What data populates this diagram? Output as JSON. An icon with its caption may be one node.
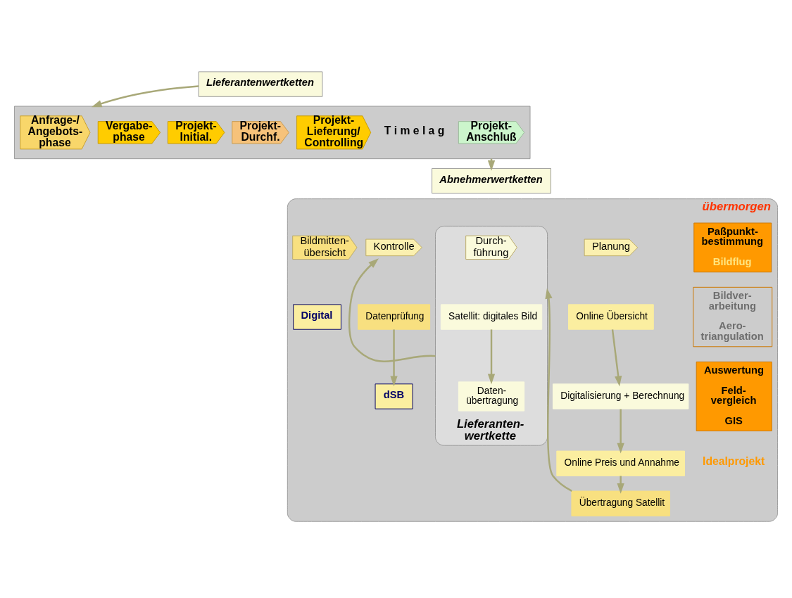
{
  "diagram": {
    "nodes": [
      {
        "text": [
          "Lieferantenwertketten"
        ]
      },
      {
        "text": [],
        "shape": "box"
      },
      {
        "text": [
          "Anfrage-/ Angebots- phase"
        ],
        "in": 1
      },
      {
        "text": [
          "Vergabe- phase"
        ],
        "in": 1
      },
      {
        "text": [
          "Projekt- Initial."
        ],
        "in": 1
      },
      {
        "text": [
          "Projekt- Durchf."
        ],
        "in": 1
      },
      {
        "text": [
          "Projekt- Lieferung/ Controlling"
        ],
        "in": 1
      },
      {
        "text": [
          "Projekt- Anschluß"
        ],
        "in": 1
      },
      {
        "text": [
          "Abnehmerwertketten"
        ]
      },
      {
        "text": [
          "übermorgen"
        ]
      },
      {
        "text": [
          "Paßpunkt- bestimmung",
          "Bildflug"
        ],
        "in": 9
      },
      {
        "text": [
          "Bildver- arbeitung",
          "Aero- triangulation"
        ],
        "in": 9
      },
      {
        "text": [
          "Auswertung",
          "Feld- vergleich",
          "GIS"
        ],
        "in": 9
      },
      {
        "text": [
          "Planung"
        ],
        "in": 9
      },
      {
        "text": [
          "Online Übersicht"
        ],
        "in": 9
      },
      {
        "text": [
          "Digitalisierung + Berechnung"
        ],
        "in": 9
      },
      {
        "text": [
          "Online Preis und Annahme"
        ],
        "in": 9
      },
      {
        "text": [
          "Übertragung Satellit"
        ],
        "in": 9
      },
      {
        "text": [
          "Lieferanten- wertkette"
        ],
        "in": 9
      },
      {
        "text": [
          "Durch- führung"
        ],
        "in": 18
      },
      {
        "text": [
          "Satellit: digitales Bild"
        ],
        "in": 18
      },
      {
        "text": [
          "Daten- übertragung"
        ],
        "in": 18
      },
      {
        "text": [
          "Kontrolle"
        ],
        "in": 9
      },
      {
        "text": [
          "Bildmitten- übersicht"
        ],
        "in": 9
      },
      {
        "text": [
          "Datenprüfung"
        ],
        "in": 9
      },
      {
        "text": [
          "Digital"
        ],
        "in": 9
      },
      {
        "text": [
          "dSB"
        ],
        "in": 9
      }
    ],
    "edges": [
      {
        "from": 0,
        "to": 1,
        "arrow": "to"
      },
      {
        "from": 1,
        "to": 8,
        "arrow": "to"
      },
      {
        "from": 14,
        "to": 15,
        "arrow": "to"
      },
      {
        "from": 15,
        "to": 16,
        "arrow": "to"
      },
      {
        "from": 16,
        "to": 17,
        "arrow": "to"
      },
      {
        "from": 20,
        "to": 21,
        "arrow": "to"
      },
      {
        "from": 24,
        "to": 26,
        "arrow": "to"
      },
      {
        "from": 17,
        "to": 18,
        "arrow": "to"
      },
      {
        "from": 18,
        "to": 22,
        "arrow": "to"
      }
    ],
    "labels": [
      "T i m e l a g",
      "Idealprojekt"
    ]
  }
}
